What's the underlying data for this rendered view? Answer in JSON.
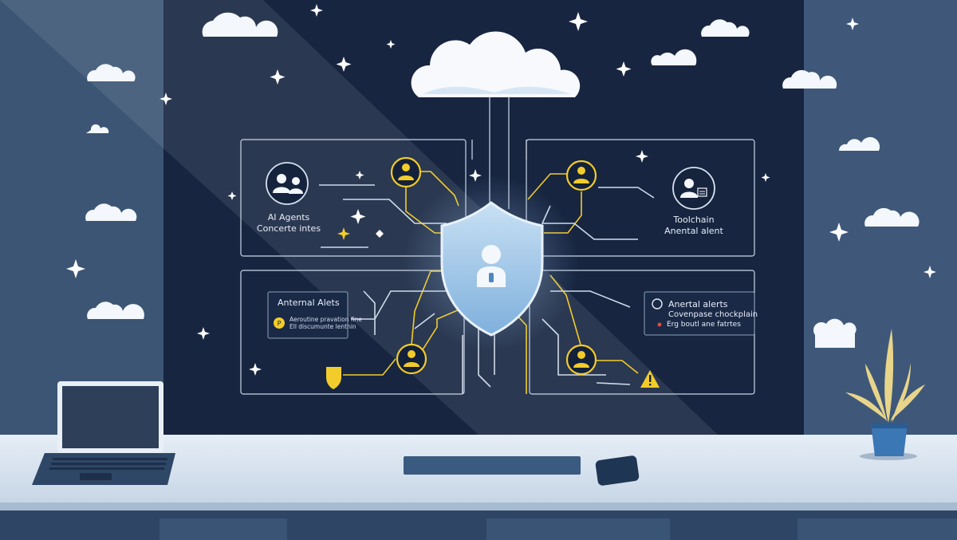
{
  "panels": {
    "top_left": {
      "title": "AI Agents",
      "subtitle": "Concerte intes"
    },
    "top_right": {
      "title": "Toolchain",
      "subtitle": "Anental alent"
    },
    "mid_left": {
      "title": "Anternal Alets",
      "line1": "Aeroutine pravation fine",
      "line2": "Ell discumunte lentnin"
    },
    "mid_right": {
      "title": "Anertal alerts",
      "line1": "Covenpase chockplain",
      "line2": "Erg boutl ane fatrtes"
    }
  },
  "icons": {
    "center": "shield-user-icon",
    "cloud": "cloud-icon",
    "nodes": "user-node-icon",
    "warning": "warning-icon",
    "badge": "shield-badge-icon"
  },
  "colors": {
    "wall": "#1c2a45",
    "side_wall": "#3d5677",
    "circuit": "#f2cc2a",
    "shield": "#a9cdea",
    "desk": "#dfe9f3",
    "line": "#d6e1ef"
  }
}
